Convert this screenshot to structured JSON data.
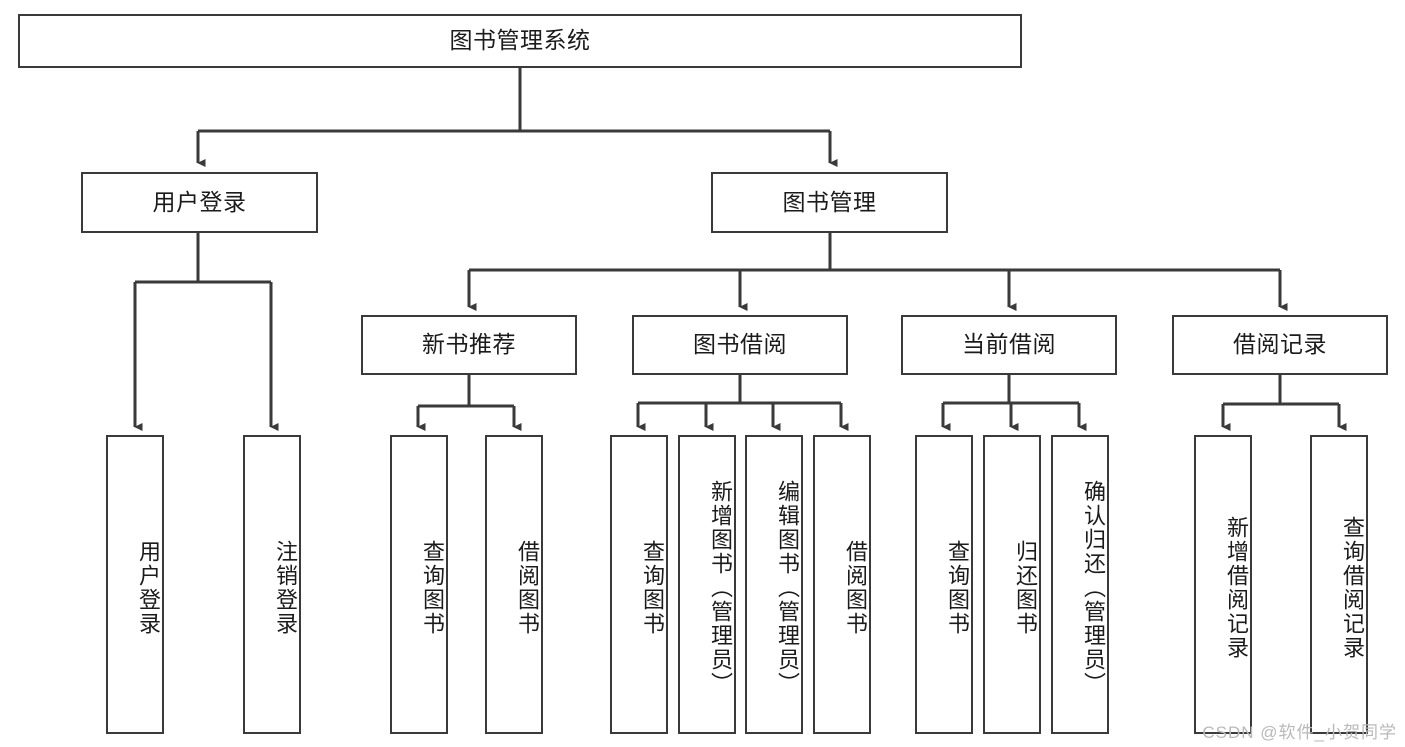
{
  "diagram": {
    "title": "图书管理系统",
    "watermark": "CSDN @软件_小贺同学",
    "colors": {
      "stroke": "#3a3a3a",
      "fill": "#ffffff",
      "text": "#1b1b1b",
      "watermark": "#b9b9b9"
    },
    "root": {
      "label": "图书管理系统"
    },
    "level2": [
      {
        "label": "用户登录"
      },
      {
        "label": "图书管理"
      }
    ],
    "level3": [
      {
        "label": "新书推荐"
      },
      {
        "label": "图书借阅"
      },
      {
        "label": "当前借阅"
      },
      {
        "label": "借阅记录"
      }
    ],
    "leaves": {
      "user_login": [
        {
          "label": "用户登录"
        },
        {
          "label": "注销登录"
        }
      ],
      "new_book_recommend": [
        {
          "label": "查询图书"
        },
        {
          "label": "借阅图书"
        }
      ],
      "book_borrow": [
        {
          "label": "查询图书"
        },
        {
          "label": "新增图书（管理员）"
        },
        {
          "label": "编辑图书（管理员）"
        },
        {
          "label": "借阅图书"
        }
      ],
      "current_borrow": [
        {
          "label": "查询图书"
        },
        {
          "label": "归还图书"
        },
        {
          "label": "确认归还（管理员）"
        }
      ],
      "borrow_records": [
        {
          "label": "新增借阅记录"
        },
        {
          "label": "查询借阅记录"
        }
      ]
    }
  }
}
